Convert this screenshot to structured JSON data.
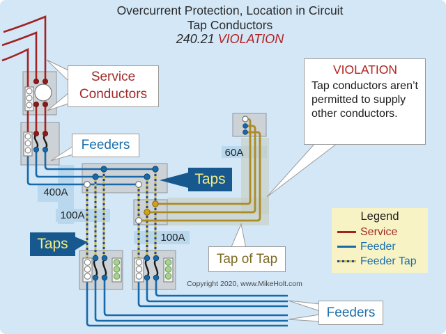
{
  "title": {
    "line1": "Overcurrent Protection, Location in Circuit",
    "line2": "Tap Conductors",
    "code": "240.21",
    "status": "VIOLATION"
  },
  "callouts": {
    "service_conductors": "Service Conductors",
    "feeders_top": "Feeders",
    "taps_right": "Taps",
    "taps_left": "Taps",
    "tap_of_tap": "Tap of Tap",
    "feeders_bottom": "Feeders",
    "violation_title": "VIOLATION",
    "violation_body": "Tap conductors aren’t permitted to supply other conductors."
  },
  "ratings": {
    "wireway": "400A",
    "tap_left": "100A",
    "tap_right": "100A",
    "tap_of_tap": "60A"
  },
  "legend": {
    "title": "Legend",
    "items": [
      {
        "label": "Service",
        "color": "#a32222",
        "style": "solid"
      },
      {
        "label": "Feeder",
        "color": "#1769aa",
        "style": "solid"
      },
      {
        "label": "Feeder Tap",
        "color": "#c6c04d",
        "style": "dashed-blue-yellow"
      }
    ]
  },
  "copyright": "Copyright 2020, www.MikeHolt.com",
  "colors": {
    "background": "#d3e7f7",
    "service_wire": "#a32222",
    "feeder_wire": "#1769aa",
    "feeder_tap_base": "#c6c04d",
    "feeder_tap_dash": "#2c3f8e",
    "tap_of_tap_wire": "#ac8b26",
    "panel_gray": "#cdd2d6",
    "highlight_band": "#b9d8ee",
    "callout_dark_blue": "#17598f",
    "callout_yellow_text": "#f4ec82",
    "violation_red": "#b32020",
    "legend_background": "#f8f3c5"
  }
}
